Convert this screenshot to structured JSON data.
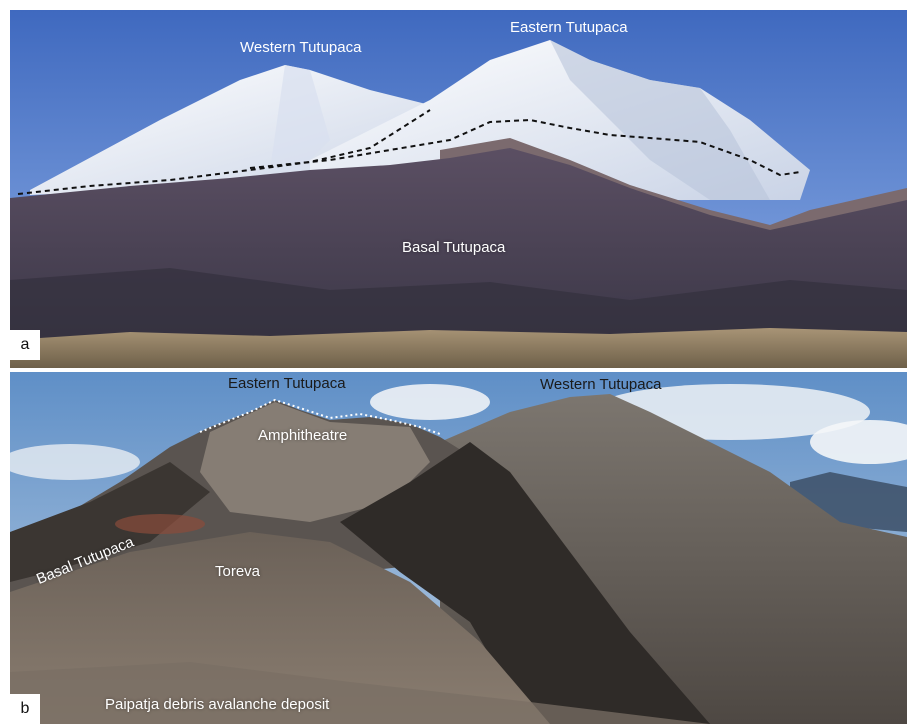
{
  "figure": {
    "panels": [
      {
        "id": "a",
        "letter": "a",
        "labels": {
          "western": "Western Tutupaca",
          "eastern": "Eastern Tutupaca",
          "basal": "Basal Tutupaca"
        },
        "colors": {
          "sky": "#4f78c9",
          "snow": "#f4f6fb",
          "base": "#4a4458",
          "grass": "#8f7e63"
        }
      },
      {
        "id": "b",
        "letter": "b",
        "labels": {
          "eastern": "Eastern Tutupaca",
          "western": "Western Tutupaca",
          "amphitheatre": "Amphitheatre",
          "basal": "Basal Tutupaca",
          "toreva": "Toreva",
          "deposit": "Paipatja debris avalanche deposit"
        },
        "colors": {
          "sky": "#7fa6cf",
          "cloud": "#e6ebf1",
          "rock": "#6a6660",
          "shadow": "#2f2c2a"
        }
      }
    ]
  }
}
